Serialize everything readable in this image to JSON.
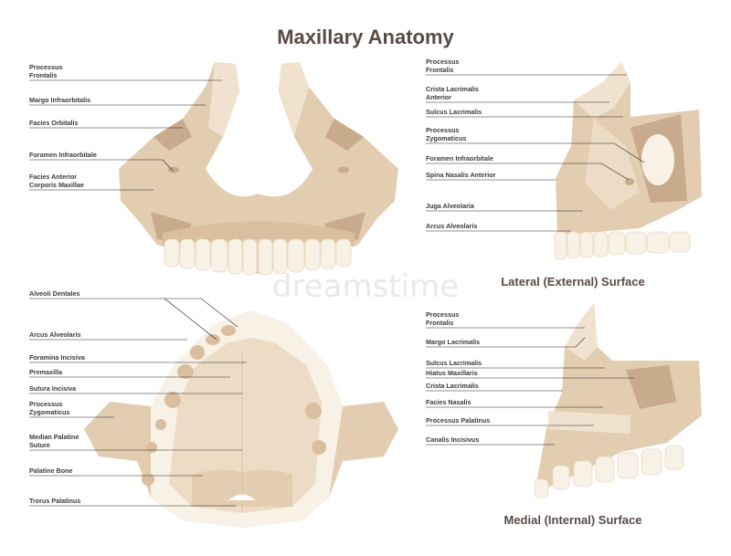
{
  "title": "Maxillary Anatomy",
  "watermark": "dreamstime",
  "colors": {
    "bone_light": "#f1e2cf",
    "bone_mid": "#e2cdb0",
    "bone_dark": "#c8ab8c",
    "tooth": "#f8f1e6",
    "title_text": "#5a4a44"
  },
  "panels": {
    "frontal": {
      "labels": [
        [
          "Processus",
          "Frontalis"
        ],
        [
          "Margo Infraorbitalis"
        ],
        [
          "Facies Orbitalis"
        ],
        [
          "Foramen Infraorbitale"
        ],
        [
          "Facies Anterior",
          "Corporis Maxillae"
        ]
      ]
    },
    "lateral": {
      "caption": "Lateral (External) Surface",
      "labels": [
        [
          "Processus",
          "Frontalis"
        ],
        [
          "Crista Lacrimalis",
          "Anterior"
        ],
        [
          "Sulcus Lacrimalis"
        ],
        [
          "Processus",
          "Zygomaticus"
        ],
        [
          "Foramen Infraorbitale"
        ],
        [
          "Spina Nasalis Anterior"
        ],
        [
          "Juga Alveolaria"
        ],
        [
          "Arcus Alveolaris"
        ]
      ]
    },
    "inferior": {
      "labels": [
        [
          "Alveoli Dentales"
        ],
        [
          "Arcus Alveolaris"
        ],
        [
          "Foramina Incisiva"
        ],
        [
          "Premaxilla"
        ],
        [
          "Sutura Incisiva"
        ],
        [
          "Processus",
          "Zygomaticus"
        ],
        [
          "Median Palatine",
          "Suture"
        ],
        [
          "Palatine Bone"
        ],
        [
          "Trorus Palatinus"
        ]
      ]
    },
    "medial": {
      "caption": "Medial (Internal) Surface",
      "labels": [
        [
          "Processus",
          "Frontalis"
        ],
        [
          "Margo Lacrimalis"
        ],
        [
          "Sulcus Lacrimalis"
        ],
        [
          "Hiatus Maxillaris"
        ],
        [
          "Crista Lacrimalis"
        ],
        [
          "Facies Nasalis"
        ],
        [
          "Processus Palatinus"
        ],
        [
          "Canalis Incisivus"
        ]
      ]
    }
  }
}
